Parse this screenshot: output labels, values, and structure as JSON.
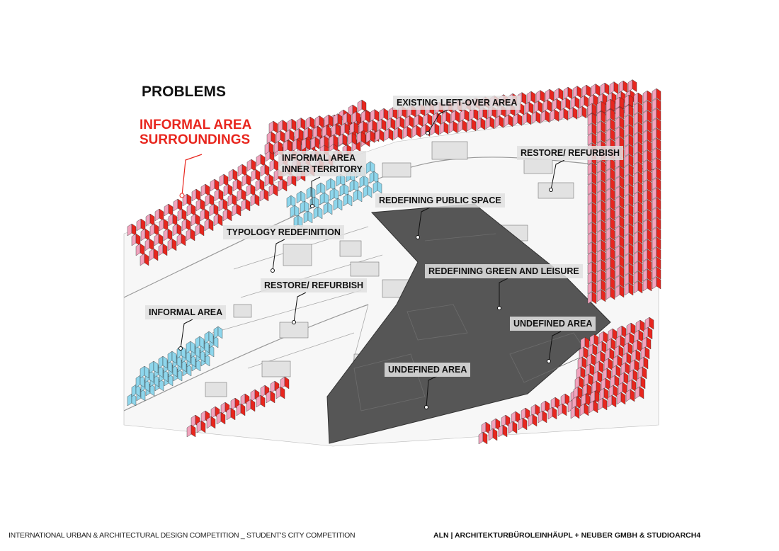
{
  "title": "PROBLEMS",
  "highlight_label": {
    "line1": "INFORMAL AREA",
    "line2": "SURROUNDINGS"
  },
  "labels": {
    "existing_left_over": "EXISTING LEFT-OVER AREA",
    "restore_top": "RESTORE/ REFURBISH",
    "inner_territory_1": "INFORMAL AREA",
    "inner_territory_2": "INNER TERRITORY",
    "public_space": "REDEFINING PUBLIC SPACE",
    "typology": "TYPOLOGY REDEFINITION",
    "green_leisure": "REDEFINING GREEN AND LEISURE",
    "restore_mid": "RESTORE/ REFURBISH",
    "informal_area": "INFORMAL AREA",
    "undefined_right": "UNDEFINED AREA",
    "undefined_bottom": "UNDEFINED AREA"
  },
  "footer": {
    "left": "INTERNATIONAL URBAN & ARCHITECTURAL DESIGN COMPETITION _ STUDENT'S CITY COMPETITION",
    "right": "ALN | ARCHITEKTURBÜROLEINHÄUPL + NEUBER GMBH & STUDIOARCH4"
  },
  "colors": {
    "informal": "#e8261e",
    "informal_roof": "#f2a3bd",
    "inner": "#8ed6ec",
    "undefined": "#555555",
    "accent": "#e8261e"
  }
}
